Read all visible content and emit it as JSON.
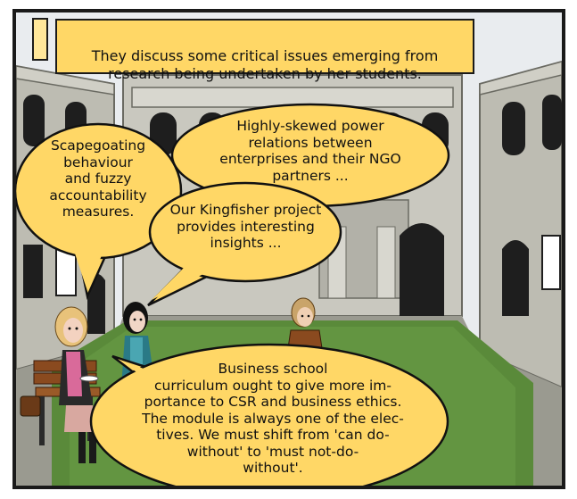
{
  "caption": {
    "text": "They discuss some critical issues emerging from\nresearch being undertaken by her students."
  },
  "bubbles": [
    {
      "id": "scapegoating",
      "text": "Scapegoating\nbehaviour\nand fuzzy\naccountability\nmeasures."
    },
    {
      "id": "power",
      "text": "Highly-skewed power\nrelations between\nenterprises and their NGO\npartners ..."
    },
    {
      "id": "kingfisher",
      "text": "Our Kingfisher project\nprovides interesting\ninsights ..."
    },
    {
      "id": "curriculum",
      "text": "Business school\ncurriculum ought to give more im-\nportance to CSR and business ethics.\nThe module is always one of the elec-\ntives. We must shift from 'can do-\nwithout' to 'must not-do-\nwithout'."
    }
  ],
  "colors": {
    "bubble_fill": "#ffd766",
    "caption_fill": "#ffd766",
    "lawn": "#5a8a3a",
    "building": "#bdbcb2",
    "sky": "#e9ecef"
  }
}
